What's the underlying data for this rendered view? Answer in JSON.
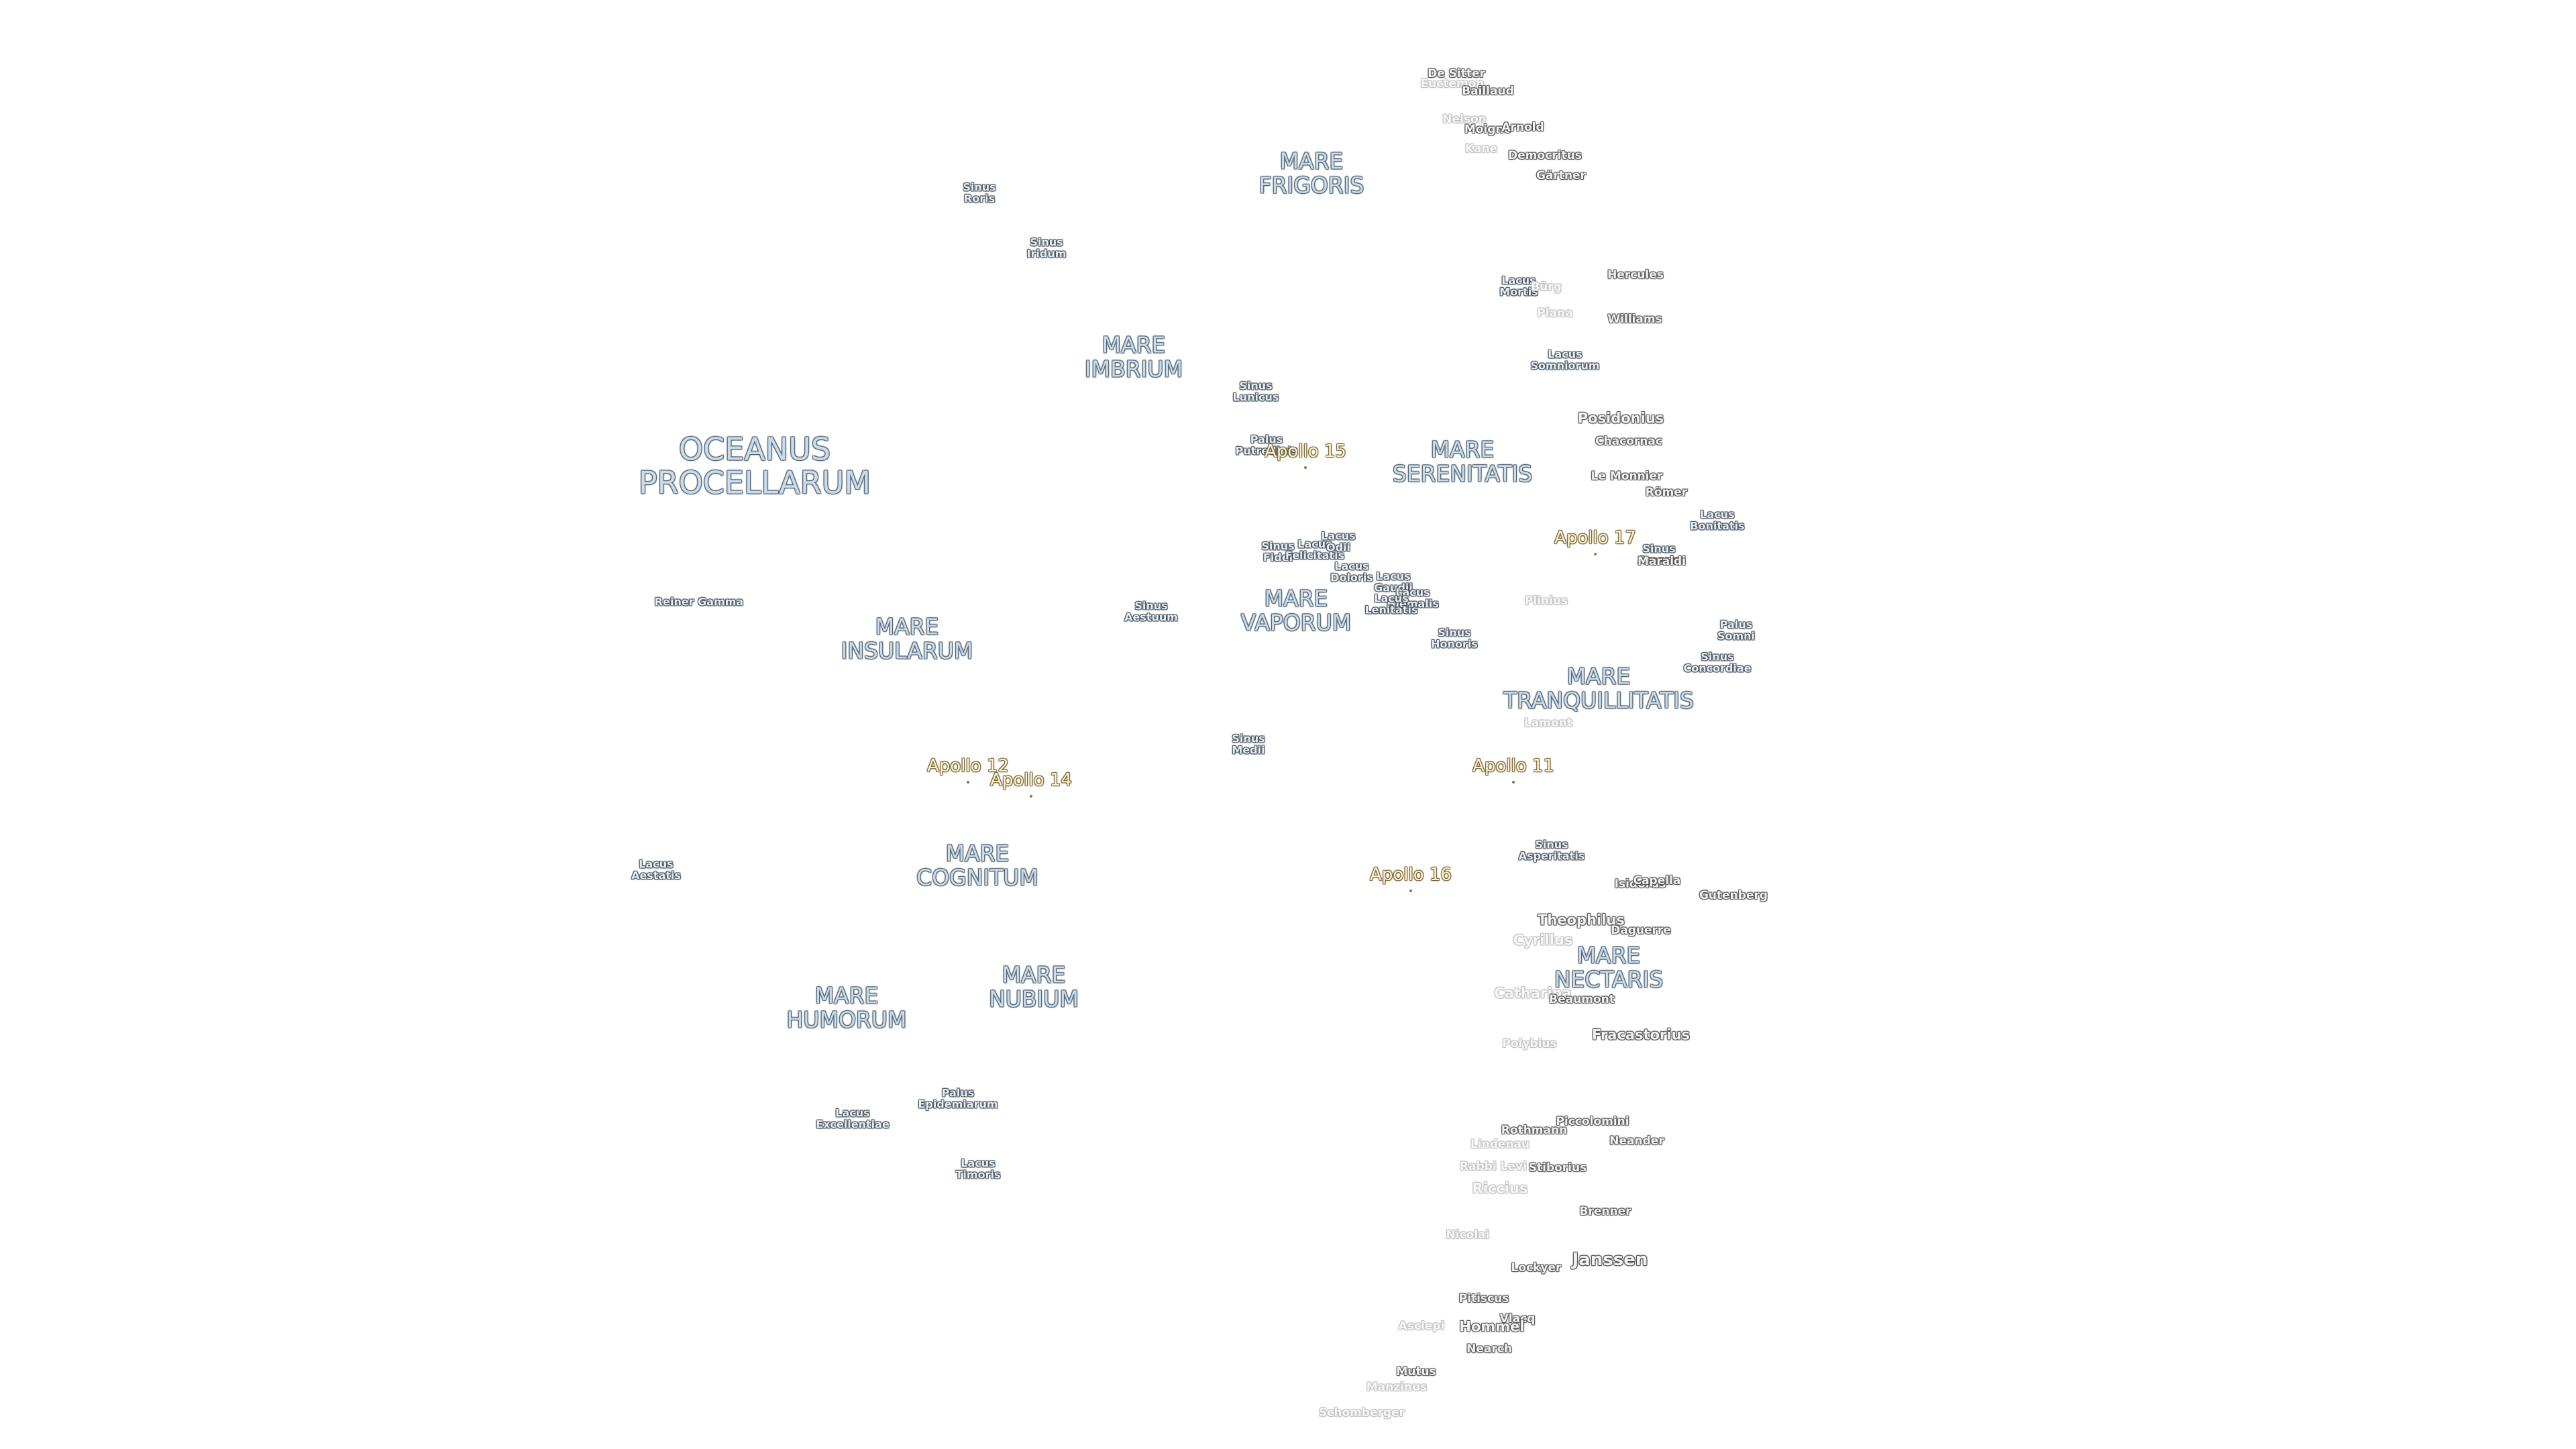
{
  "maria": [
    {
      "key": "frigoris",
      "name": "MARE\nFRIGORIS"
    },
    {
      "key": "imbrium",
      "name": "MARE\nIMBRIUM"
    },
    {
      "key": "procellarum",
      "name": "OCEANUS\nPROCELLARUM"
    },
    {
      "key": "serenitatis",
      "name": "MARE\nSERENITATIS"
    },
    {
      "key": "insularum",
      "name": "MARE\nINSULARUM"
    },
    {
      "key": "vaporum",
      "name": "MARE\nVAPORUM"
    },
    {
      "key": "tranquillitatis",
      "name": "MARE\nTRANQUILLITATIS"
    },
    {
      "key": "cognitum",
      "name": "MARE\nCOGNITUM"
    },
    {
      "key": "nubium",
      "name": "MARE\nNUBIUM"
    },
    {
      "key": "humorum",
      "name": "MARE\nHUMORUM"
    },
    {
      "key": "nectaris",
      "name": "MARE\nNECTARIS"
    }
  ],
  "minor_features": [
    {
      "key": "sinus-roris",
      "name": "Sinus\nRoris"
    },
    {
      "key": "sinus-iridum",
      "name": "Sinus\nIridum"
    },
    {
      "key": "sinus-lunicus",
      "name": "Sinus\nLunicus"
    },
    {
      "key": "palus-putredinis",
      "name": "Palus\nPutredinis"
    },
    {
      "key": "lacus-mortis",
      "name": "Lacus\nMortis"
    },
    {
      "key": "lacus-somniorum",
      "name": "Lacus\nSomniorum"
    },
    {
      "key": "sinus-fidei",
      "name": "Sinus\nFidei"
    },
    {
      "key": "lacus-felicitatis",
      "name": "Lacus\nFelicitatis"
    },
    {
      "key": "lacus-odii",
      "name": "Lacus\nOdii"
    },
    {
      "key": "lacus-doloris",
      "name": "Lacus\nDoloris"
    },
    {
      "key": "lacus-gaudii",
      "name": "Lacus\nGaudii"
    },
    {
      "key": "lacus-hiemalis",
      "name": "Lacus\nHiemalis"
    },
    {
      "key": "lacus-lenitatis",
      "name": "Lacus\nLenitatis"
    },
    {
      "key": "sinus-aestuum",
      "name": "Sinus\nAestuum"
    },
    {
      "key": "sinus-honoris",
      "name": "Sinus\nHonoris"
    },
    {
      "key": "sinus-amoris",
      "name": "Sinus\nAmoris"
    },
    {
      "key": "lacus-bonitatis",
      "name": "Lacus\nBonitatis"
    },
    {
      "key": "palus-somni",
      "name": "Palus\nSomni"
    },
    {
      "key": "sinus-concordiae",
      "name": "Sinus\nConcordiae"
    },
    {
      "key": "sinus-medii",
      "name": "Sinus\nMedii"
    },
    {
      "key": "sinus-asperitatis",
      "name": "Sinus\nAsperitatis"
    },
    {
      "key": "lacus-aestatis",
      "name": "Lacus\nAestatis"
    },
    {
      "key": "palus-epidemiarum",
      "name": "Palus\nEpidemiarum"
    },
    {
      "key": "lacus-excellentiae",
      "name": "Lacus\nExcellentiae"
    },
    {
      "key": "lacus-timoris",
      "name": "Lacus\nTimoris"
    },
    {
      "key": "reiner-gamma",
      "name": "Reiner Gamma"
    }
  ],
  "craters": [
    {
      "key": "de-sitter",
      "name": "De Sitter"
    },
    {
      "key": "euctemon",
      "name": "Euctemon"
    },
    {
      "key": "baillaud",
      "name": "Baillaud"
    },
    {
      "key": "nelson",
      "name": "Nelson"
    },
    {
      "key": "moigno",
      "name": "Moigno"
    },
    {
      "key": "arnold",
      "name": "Arnold"
    },
    {
      "key": "kane",
      "name": "Kane"
    },
    {
      "key": "democritus",
      "name": "Democritus"
    },
    {
      "key": "gartner",
      "name": "Gärtner"
    },
    {
      "key": "burg",
      "name": "Bürg"
    },
    {
      "key": "hercules",
      "name": "Hercules"
    },
    {
      "key": "plana",
      "name": "Plana"
    },
    {
      "key": "williams",
      "name": "Williams"
    },
    {
      "key": "posidonius",
      "name": "Posidonius"
    },
    {
      "key": "chacornac",
      "name": "Chacornac"
    },
    {
      "key": "le-monnier",
      "name": "Le Monnier"
    },
    {
      "key": "romer",
      "name": "Römer"
    },
    {
      "key": "maraldi",
      "name": "Maraldi"
    },
    {
      "key": "plinius",
      "name": "Plinius"
    },
    {
      "key": "lamont",
      "name": "Lamont"
    },
    {
      "key": "isidorus",
      "name": "Isidorus"
    },
    {
      "key": "capella",
      "name": "Capella"
    },
    {
      "key": "gutenberg",
      "name": "Gutenberg"
    },
    {
      "key": "theophilus",
      "name": "Theophilus"
    },
    {
      "key": "daguerre",
      "name": "Daguerre"
    },
    {
      "key": "cyrillus",
      "name": "Cyrillus"
    },
    {
      "key": "catharina",
      "name": "Catharina"
    },
    {
      "key": "beaumont",
      "name": "Beaumont"
    },
    {
      "key": "fracastorius",
      "name": "Fracastorius"
    },
    {
      "key": "polybius",
      "name": "Polybius"
    },
    {
      "key": "piccolomini",
      "name": "Piccolomini"
    },
    {
      "key": "rothmann",
      "name": "Rothmann"
    },
    {
      "key": "neander",
      "name": "Neander"
    },
    {
      "key": "lindenau",
      "name": "Lindenau"
    },
    {
      "key": "rabbi-levi",
      "name": "Rabbi Levi"
    },
    {
      "key": "stiborius",
      "name": "Stiborius"
    },
    {
      "key": "riccius",
      "name": "Riccius"
    },
    {
      "key": "brenner",
      "name": "Brenner"
    },
    {
      "key": "nicolai",
      "name": "Nicolai"
    },
    {
      "key": "janssen",
      "name": "Janssen"
    },
    {
      "key": "lockyer",
      "name": "Lockyer"
    },
    {
      "key": "pitiscus",
      "name": "Pitiscus"
    },
    {
      "key": "vlacq",
      "name": "Vlacq"
    },
    {
      "key": "aescapi",
      "name": "Asclepi"
    },
    {
      "key": "hommel",
      "name": "Hommel"
    },
    {
      "key": "nearch",
      "name": "Nearch"
    },
    {
      "key": "mutus",
      "name": "Mutus"
    },
    {
      "key": "manzinus",
      "name": "Manzinus"
    },
    {
      "key": "schomberger",
      "name": "Schomberger"
    }
  ],
  "apollo_sites": [
    {
      "key": "apollo-15",
      "name": "Apollo 15"
    },
    {
      "key": "apollo-17",
      "name": "Apollo 17"
    },
    {
      "key": "apollo-12",
      "name": "Apollo 12"
    },
    {
      "key": "apollo-14",
      "name": "Apollo 14"
    },
    {
      "key": "apollo-11",
      "name": "Apollo 11"
    },
    {
      "key": "apollo-16",
      "name": "Apollo 16"
    }
  ]
}
